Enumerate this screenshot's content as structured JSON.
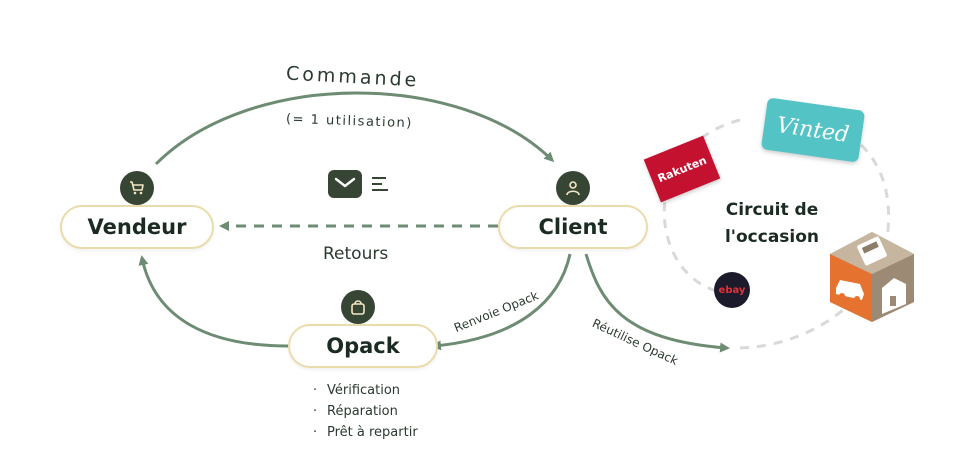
{
  "nodes": {
    "vendeur": "Vendeur",
    "client": "Client",
    "opack": "Opack"
  },
  "flows": {
    "commande": "Commande",
    "commande_note": "(= 1 utilisation)",
    "retours": "Retours",
    "renvoie": "Renvoie Opack",
    "reutilise": "Réutilise Opack"
  },
  "opack_steps": [
    "Vérification",
    "Réparation",
    "Prêt à repartir"
  ],
  "circuit": {
    "line1": "Circuit de",
    "line2": "l'occasion"
  },
  "logos": {
    "rakuten": "Rakuten",
    "vinted": "Vinted",
    "ebay": "ebay"
  },
  "colors": {
    "arrow": "#6e8b73",
    "badge": "#364534",
    "node_border": "#eadcaa",
    "rakuten": "#c4112f",
    "vinted": "#54c3c5"
  },
  "icons": [
    "cart-icon",
    "user-icon",
    "envelope-icon",
    "bag-icon",
    "phone-icon",
    "house-icon",
    "car-icon"
  ]
}
